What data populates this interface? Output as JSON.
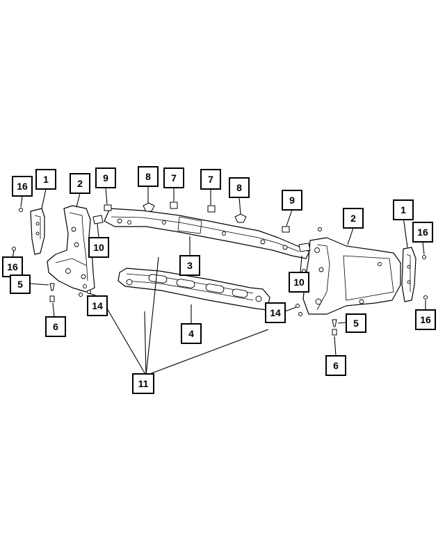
{
  "callouts": [
    {
      "id": "c16a",
      "label": "16"
    },
    {
      "id": "c1a",
      "label": "1"
    },
    {
      "id": "c2a",
      "label": "2"
    },
    {
      "id": "c9a",
      "label": "9"
    },
    {
      "id": "c8a",
      "label": "8"
    },
    {
      "id": "c7a",
      "label": "7"
    },
    {
      "id": "c7b",
      "label": "7"
    },
    {
      "id": "c8b",
      "label": "8"
    },
    {
      "id": "c9b",
      "label": "9"
    },
    {
      "id": "c2b",
      "label": "2"
    },
    {
      "id": "c1b",
      "label": "1"
    },
    {
      "id": "c16b",
      "label": "16"
    },
    {
      "id": "c10a",
      "label": "10"
    },
    {
      "id": "c16c",
      "label": "16"
    },
    {
      "id": "c5a",
      "label": "5"
    },
    {
      "id": "c3",
      "label": "3"
    },
    {
      "id": "c10b",
      "label": "10"
    },
    {
      "id": "c14a",
      "label": "14"
    },
    {
      "id": "c4",
      "label": "4"
    },
    {
      "id": "c14b",
      "label": "14"
    },
    {
      "id": "c6a",
      "label": "6"
    },
    {
      "id": "c5b",
      "label": "5"
    },
    {
      "id": "c16d",
      "label": "16"
    },
    {
      "id": "c11",
      "label": "11"
    },
    {
      "id": "c6b",
      "label": "6"
    }
  ]
}
